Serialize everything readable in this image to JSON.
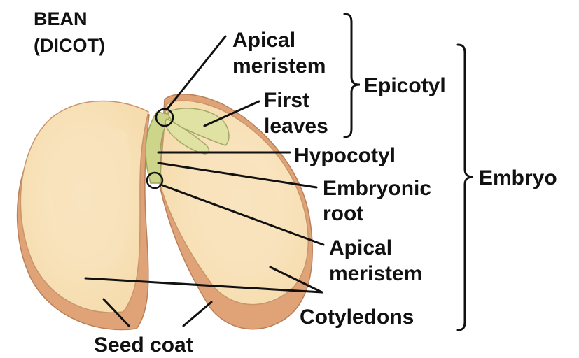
{
  "title": {
    "line1": "BEAN",
    "line2": "(DICOT)"
  },
  "labels": {
    "apical_meristem_top_1": "Apical",
    "apical_meristem_top_2": "meristem",
    "first_leaves_1": "First",
    "first_leaves_2": "leaves",
    "epicotyl": "Epicotyl",
    "hypocotyl": "Hypocotyl",
    "embryonic_root_1": "Embryonic",
    "embryonic_root_2": "root",
    "apical_meristem_bottom_1": "Apical",
    "apical_meristem_bottom_2": "meristem",
    "embryo": "Embryo",
    "cotyledons": "Cotyledons",
    "seed_coat": "Seed coat"
  },
  "colors": {
    "cotyledon_face": "#f6dcae",
    "cotyledon_inner": "#fbe9c9",
    "seed_coat": "#e0a277",
    "seed_coat_dark": "#c9845b",
    "embryo_green": "#cdd58a",
    "leaf_green": "#dfe2a2",
    "line": "#111111"
  }
}
